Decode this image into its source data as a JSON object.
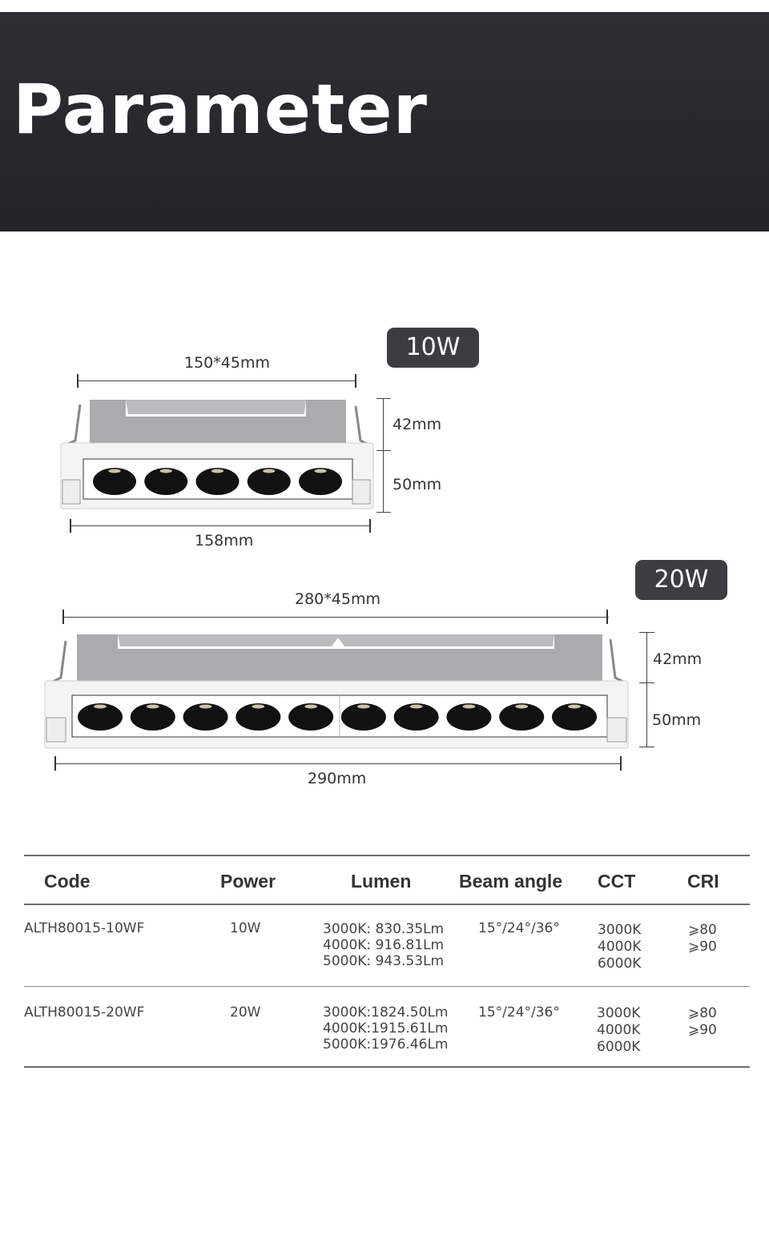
{
  "banner": {
    "title": "Parameter"
  },
  "products": [
    {
      "badge": "10W",
      "top_dim": "150*45mm",
      "height_top": "42mm",
      "height_bottom": "50mm",
      "bottom_dim": "158mm",
      "lens_count": 5
    },
    {
      "badge": "20W",
      "top_dim": "280*45mm",
      "height_top": "42mm",
      "height_bottom": "50mm",
      "bottom_dim": "290mm",
      "lens_count": 10
    }
  ],
  "table": {
    "headers": [
      "Code",
      "Power",
      "Lumen",
      "Beam angle",
      "CCT",
      "CRI"
    ],
    "rows": [
      {
        "code": "ALTH80015-10WF",
        "power": "10W",
        "lumen": [
          "3000K: 830.35Lm",
          "4000K: 916.81Lm",
          "5000K: 943.53Lm"
        ],
        "beam": "15°/24°/36°",
        "cct": [
          "3000K",
          "4000K",
          "6000K"
        ],
        "cri": [
          "⩾80",
          "⩾90"
        ]
      },
      {
        "code": "ALTH80015-20WF",
        "power": "20W",
        "lumen": [
          "3000K:1824.50Lm",
          "4000K:1915.61Lm",
          "5000K:1976.46Lm"
        ],
        "beam": "15°/24°/36°",
        "cct": [
          "3000K",
          "4000K",
          "6000K"
        ],
        "cri": [
          "⩾80",
          "⩾90"
        ]
      }
    ]
  },
  "colors": {
    "banner": "#26282b",
    "badge": "#3b3d40",
    "housing": "#a9abad",
    "frame": "#f4f4f4",
    "lens": "#111111"
  }
}
